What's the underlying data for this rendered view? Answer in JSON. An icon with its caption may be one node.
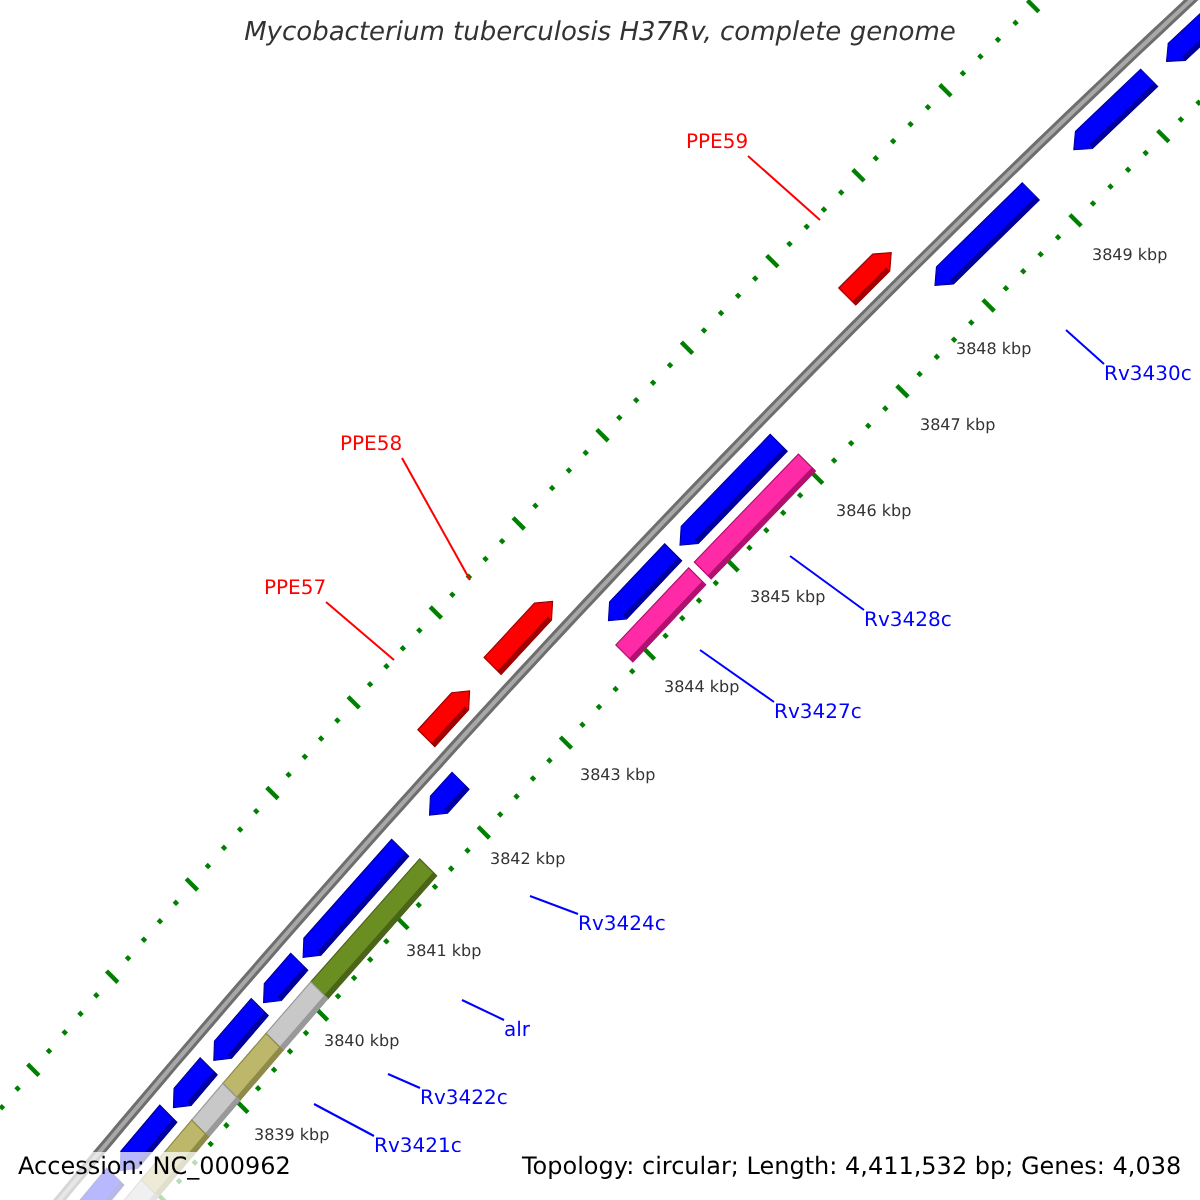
{
  "diagram": {
    "title": "Mycobacterium tuberculosis H37Rv, complete genome",
    "nodes": [
      {
        "text": [
          "PPE59"
        ]
      },
      {
        "text": [
          "PPE58"
        ]
      },
      {
        "text": [
          "PPE57"
        ]
      },
      {
        "text": [
          "Rv3430c"
        ]
      },
      {
        "text": [
          "Rv3428c"
        ]
      },
      {
        "text": [
          "Rv3427c"
        ]
      },
      {
        "text": [
          "Rv3424c"
        ]
      },
      {
        "text": [
          "alr"
        ]
      },
      {
        "text": [
          "Rv3422c"
        ]
      },
      {
        "text": [
          "Rv3421c"
        ]
      }
    ],
    "edges": [
      {
        "from": 0,
        "to": null,
        "arrow": "none",
        "color": "#ff0000"
      },
      {
        "from": 1,
        "to": null,
        "arrow": "none",
        "color": "#ff0000"
      },
      {
        "from": 2,
        "to": null,
        "arrow": "none",
        "color": "#ff0000"
      },
      {
        "from": 3,
        "to": null,
        "arrow": "none"
      },
      {
        "from": 4,
        "to": null,
        "arrow": "none"
      },
      {
        "from": 5,
        "to": null,
        "arrow": "none"
      },
      {
        "from": 6,
        "to": null,
        "arrow": "none"
      },
      {
        "from": 7,
        "to": null,
        "arrow": "none"
      },
      {
        "from": 8,
        "to": null,
        "arrow": "none"
      },
      {
        "from": 9,
        "to": null,
        "arrow": "none"
      }
    ],
    "labels": [
      "3849 kbp",
      "3848 kbp",
      "3847 kbp",
      "3846 kbp",
      "3845 kbp",
      "3844 kbp",
      "3843 kbp",
      "3842 kbp",
      "3841 kbp",
      "3840 kbp",
      "3839 kbp",
      "Accession: NC_000962",
      "Topology: circular; Length: 4,411,532 bp; Genes: 4,038"
    ]
  }
}
